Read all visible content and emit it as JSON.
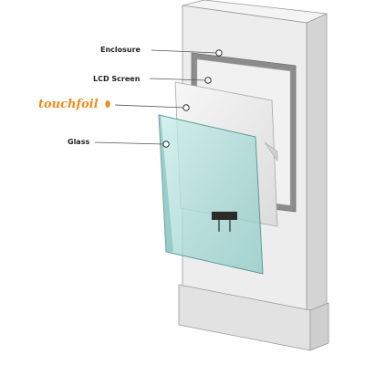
{
  "labels": {
    "enclosure": "Enclosure",
    "lcd_screen": "LCD Screen",
    "glass": "Glass"
  },
  "brand": {
    "logo_text": "touchfoil"
  },
  "colors": {
    "enclosure_front": "#ececec",
    "enclosure_side": "#d8d8d8",
    "bezel": "#8f8f8f",
    "lcd_panel": "#f2f2f2",
    "foil": "#e9e9e9",
    "glass": "#a8d8d4",
    "leader_line": "#555555",
    "brand": "#f08a1c"
  }
}
